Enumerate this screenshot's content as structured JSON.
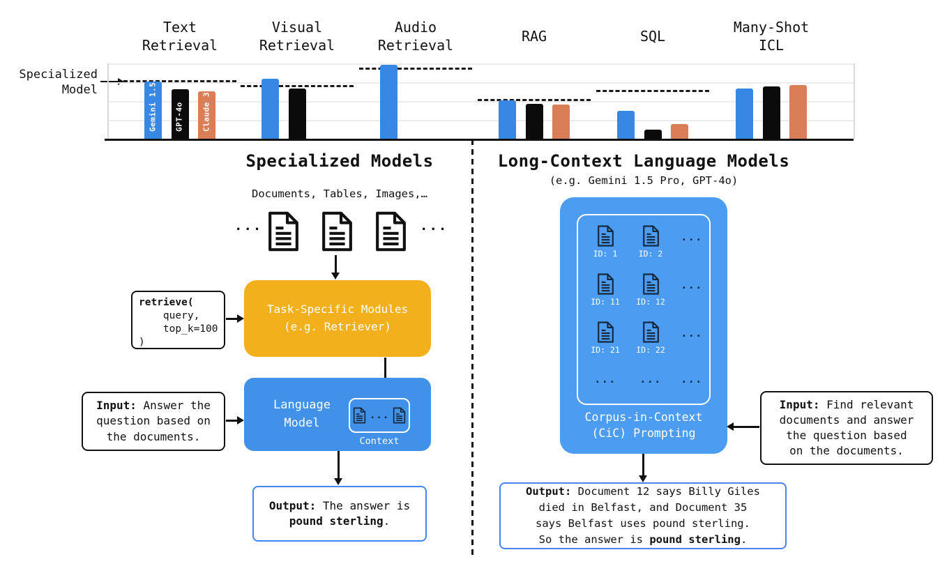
{
  "chart_data": {
    "type": "bar",
    "title": "",
    "categories": [
      "Text\nRetrieval",
      "Visual\nRetrieval",
      "Audio\nRetrieval",
      "RAG",
      "SQL",
      "Many-Shot\nICL"
    ],
    "series": [
      {
        "name": "Gemini 1.5",
        "color": "#3787E4",
        "values": [
          76,
          80,
          98,
          51,
          37,
          67
        ]
      },
      {
        "name": "GPT-4o",
        "color": "#0B0B0B",
        "values": [
          66,
          67,
          null,
          46,
          12,
          69
        ]
      },
      {
        "name": "Claude 3",
        "color": "#D97E57",
        "values": [
          63,
          null,
          null,
          45,
          19,
          71
        ]
      }
    ],
    "specialized_model": {
      "label_line1": "Specialized",
      "label_line2": "Model",
      "values": [
        76,
        69,
        93,
        51,
        63,
        null
      ]
    },
    "ylim": [
      0,
      100
    ],
    "gridlines": [
      25,
      50,
      75,
      100
    ],
    "legend_position": "in-bar-labels-first-group",
    "bar_labels_group": 0
  },
  "left_panel": {
    "title": "Specialized Models",
    "subtitle": "Documents, Tables, Images,…",
    "docs_ellipsis": "...",
    "retrieve_code_bold": "retrieve(",
    "retrieve_code_rest": "\n    query,\n    top_k=100\n)",
    "module_line1": "Task-Specific Modules",
    "module_line2": "(e.g. Retriever)",
    "lm_line1": "Language",
    "lm_line2": "Model",
    "context_ellipsis": "...",
    "context_label": "Context",
    "input_label": "Input:",
    "input_text": " Answer the\nquestion based on\nthe documents.",
    "output_label": "Output:",
    "output_text": " The answer is\n",
    "output_bold": "pound sterling",
    "output_suffix": "."
  },
  "right_panel": {
    "title": "Long-Context Language Models",
    "subtitle": "(e.g. Gemini 1.5 Pro, GPT-4o)",
    "corpus_rows": [
      [
        "ID: 1",
        "ID: 2"
      ],
      [
        "ID: 11",
        "ID: 12"
      ],
      [
        "ID: 21",
        "ID: 22"
      ]
    ],
    "row_ellipsis": "...",
    "bottom_row": [
      "...",
      "...",
      "..."
    ],
    "cic_line1": "Corpus-in-Context",
    "cic_line2": "(CiC) Prompting",
    "input_label": "Input:",
    "input_text": " Find relevant\ndocuments and answer\nthe question based\non the documents.",
    "output_label": "Output:",
    "output_text": " Document 12 says Billy Giles\ndied in Belfast, and Document 35\nsays Belfast uses pound sterling.\nSo the answer is ",
    "output_bold": "pound sterling",
    "output_suffix": "."
  },
  "colors": {
    "gemini_blue": "#3787E4",
    "gpt_black": "#0B0B0B",
    "claude_salmon": "#D97E57",
    "module_orange": "#F2B01D",
    "lm_blue": "#4191E9",
    "corpus_blue": "#4C9DF1",
    "output_border_blue": "#4285F4",
    "doc_stroke_dark": "#16293E"
  }
}
